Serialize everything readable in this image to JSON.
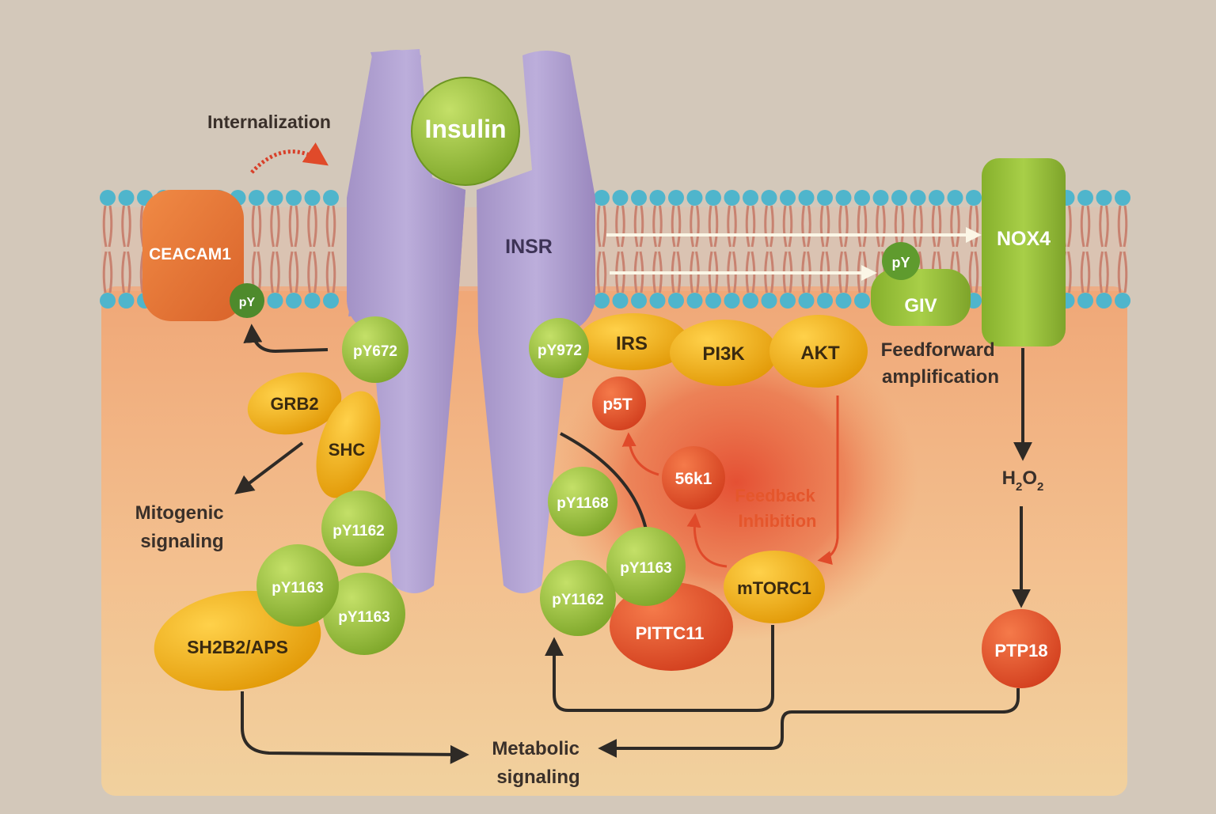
{
  "labels": {
    "insulin": "Insulin",
    "insr": "INSR",
    "ceacam1": "CEACAM1",
    "ceacam1_py": "pY",
    "internalization": "Internalization",
    "nox4": "NOX4",
    "giv": "GIV",
    "giv_py": "pY",
    "feedforward": [
      "Feedforward",
      "amplification"
    ],
    "irs": "IRS",
    "pi3k": "PI3K",
    "akt": "AKT",
    "p5t": "p5T",
    "s6k1": "56k1",
    "feedback": [
      "Feedback",
      "Inhibition"
    ],
    "mtorc1": "mTORC1",
    "pittc11": "PITTC11",
    "grb2": "GRB2",
    "shc": "SHC",
    "mitogenic": [
      "Mitogenic",
      "signaling"
    ],
    "sh2b2": "SH2B2/APS",
    "h2o2": "H2O2",
    "ptp1b": "PTP18",
    "metabolic": [
      "Metabolic",
      "signaling"
    ]
  },
  "phospho_sites": {
    "py672": "pY672",
    "py972": "pY972",
    "left_py1162": "pY1162",
    "left_py1163_a": "pY1163",
    "left_py1163_b": "pY1163",
    "right_py1168": "pY1168",
    "right_py1163": "pY1163",
    "right_py1162": "pY1162"
  },
  "colors": {
    "background": "#d3c8ba",
    "receptor": "#b2a1cf",
    "phospho_green": "#9cc23c",
    "adapter_yellow": "#f0b214",
    "inhibitor_red": "#e4532a",
    "nox4_green": "#9cc33a",
    "membrane_head": "#4fb5cc",
    "lipid_tail": "#c88270"
  }
}
